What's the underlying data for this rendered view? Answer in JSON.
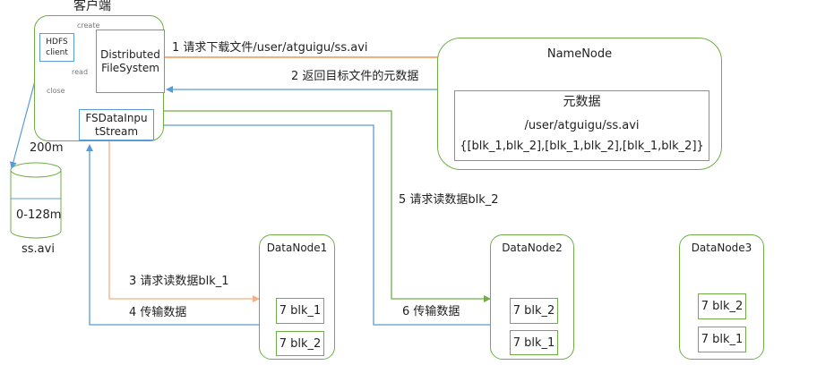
{
  "client": {
    "title": "客户端",
    "hdfs_client": "HDFS client",
    "dfs": "Distributed FileSystem",
    "fsdata": "FSDataInpu tStream",
    "create": "create",
    "read": "read",
    "close": "close"
  },
  "namenode": {
    "title": "NameNode",
    "meta_title": "元数据",
    "meta_path": "/user/atguigu/ss.avi",
    "meta_blocks": "{[blk_1,blk_2],[blk_1,blk_2],[blk_1,blk_2]}"
  },
  "storage": {
    "size": "200m",
    "range": "0-128m",
    "file": "ss.avi"
  },
  "steps": {
    "s1": "1 请求下载文件/user/atguigu/ss.avi",
    "s2": "2 返回目标文件的元数据",
    "s3": "3 请求读数据blk_1",
    "s4": "4 传输数据",
    "s5": "5 请求读数据blk_2",
    "s6": "6 传输数据"
  },
  "datanodes": [
    {
      "title": "DataNode1",
      "blocks": [
        "7 blk_1",
        "7 blk_2"
      ]
    },
    {
      "title": "DataNode2",
      "blocks": [
        "7 blk_2",
        "7 blk_1"
      ]
    },
    {
      "title": "DataNode3",
      "blocks": [
        "7 blk_2",
        "7 blk_1"
      ]
    }
  ],
  "colors": {
    "green": "#70ad47",
    "blue": "#5b9bd5",
    "orange": "#f4b183",
    "red_orange": "#ed7d31"
  }
}
